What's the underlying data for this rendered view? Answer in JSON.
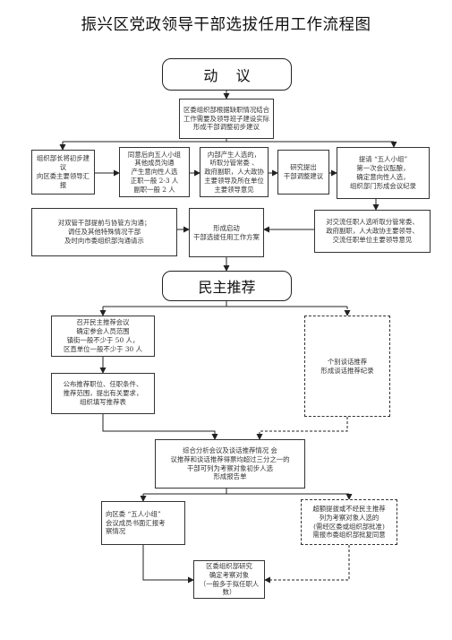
{
  "title": "振兴区党政领导干部选拔任用工作流程图",
  "stages": {
    "proposal": "动    议",
    "recommend": "民主推荐"
  },
  "nodes": {
    "n1": "区委组织部根据缺职情况结合\n工作需要及领导班子建设实际\n形成干部调整初步建议",
    "n2a": "组织部长将初步建议\n向区委主要领导汇报",
    "n2b": "同意后向五人小组\n其他成员沟通\n产生意向性人选\n正职一般  2-3 人\n副职一般  2 人",
    "n2c": "内部产生人选的，\n听取分管常委 、\n政府副职，人大政协\n主要领导及所在单位\n主要领导意见",
    "n2d": "研究提出\n干部调整建议",
    "n2e": "提请 “五人小组”\n第一次会议酝酿，\n确定意向性人选，\n组织部门形成会议纪录",
    "n3a": "对双管干部提前与协管方沟通；\n调任及其他特殊情况干部\n及时向市委组织部沟通请示",
    "n3b": "形成启动\n干部选拔任用工作方案",
    "n3c": "对交流任职人选听取分管常委、\n政府副职，人大政协主要领导、\n交流任职单位主要领导意见",
    "n4a": "召开民主推荐会议\n确定参会人员范围\n镇街一般不少于  50 人，\n区直单位一般不少于  30 人",
    "n4b": "公布推荐职位、任职条件、\n推荐范围，提出有关要求，\n组织填写推荐表",
    "n4c": "个别谈话推荐\n形成谈话推荐纪录",
    "n5": "综合分析会议及谈话推荐情况                    会\n议推荐和谈话推荐得票均超过三分之一的\n干部可列为考察对象初步人选\n形成报告单",
    "n6a": "向区委 “五人小组”\n会议成员书面汇报考\n察情况",
    "n6b": "超额提拔或不经民主推荐\n列为考察对象人选的\n(需经区委或组织部批准)\n需报市委组织部批复同意",
    "n7": "区委组织部研究\n确定考察对象\n（一般多于拟任职人数）"
  }
}
